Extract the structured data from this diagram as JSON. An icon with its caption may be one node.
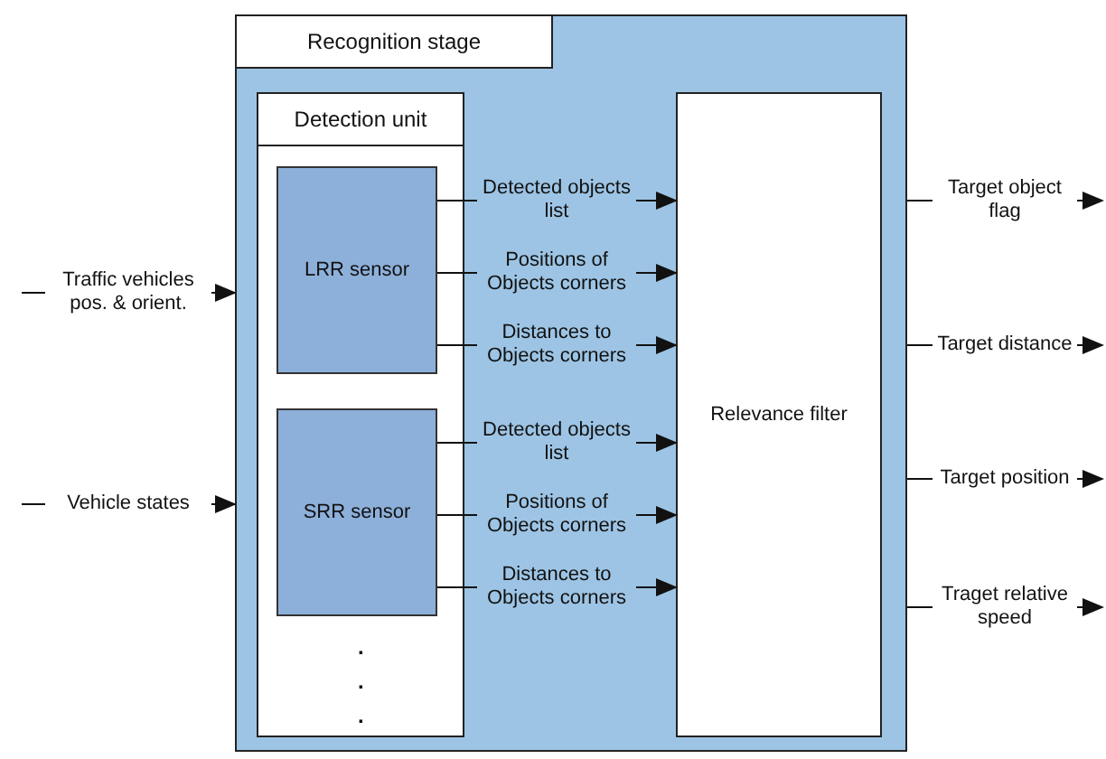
{
  "diagram": {
    "nodes": [
      {
        "text": [
          "Recognition stage"
        ]
      },
      {
        "text": [
          "Detection unit"
        ],
        "in": 0
      },
      {
        "text": [
          "LRR sensor"
        ],
        "in": 1
      },
      {
        "text": [
          "SRR sensor"
        ],
        "in": 1
      },
      {
        "text": [
          "Relevance filter"
        ],
        "in": 0
      }
    ],
    "edges": [
      {
        "from": null,
        "to": 0,
        "arrow": "to",
        "label": "Traffic vehicles pos. & orient."
      },
      {
        "from": null,
        "to": 0,
        "arrow": "to",
        "label": "Vehicle states"
      },
      {
        "from": 2,
        "to": 4,
        "arrow": "to",
        "label": "Detected objects list"
      },
      {
        "from": 2,
        "to": 4,
        "arrow": "to",
        "label": "Positions of Objects corners"
      },
      {
        "from": 2,
        "to": 4,
        "arrow": "to",
        "label": "Distances to Objects corners"
      },
      {
        "from": 3,
        "to": 4,
        "arrow": "to",
        "label": "Detected objects list"
      },
      {
        "from": 3,
        "to": 4,
        "arrow": "to",
        "label": "Positions of Objects corners"
      },
      {
        "from": 3,
        "to": 4,
        "arrow": "to",
        "label": "Distances to Objects corners"
      },
      {
        "from": 0,
        "to": null,
        "arrow": "to",
        "label": "Target object flag"
      },
      {
        "from": 0,
        "to": null,
        "arrow": "to",
        "label": "Target distance"
      },
      {
        "from": 0,
        "to": null,
        "arrow": "to",
        "label": "Target position"
      },
      {
        "from": 0,
        "to": null,
        "arrow": "to",
        "label": "Traget relative speed"
      }
    ],
    "labels": [
      ".",
      ".",
      "."
    ]
  }
}
